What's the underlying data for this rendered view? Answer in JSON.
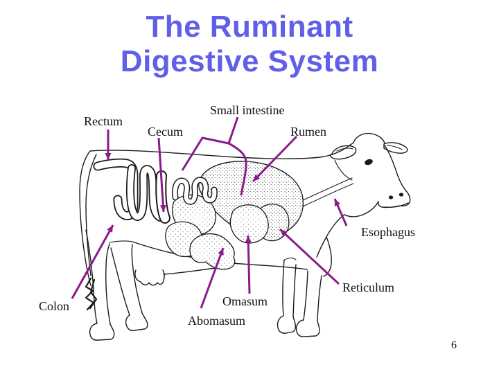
{
  "slide": {
    "title_line1": "The Ruminant",
    "title_line2": "Digestive System",
    "title_color": "#5f5fe8",
    "background_color": "#ffffff",
    "page_number": "6"
  },
  "diagram": {
    "drawing_color": "#1a1a1a",
    "arrow_color": "#8b1a8b",
    "label_color": "#111111",
    "labels": [
      {
        "id": "rectum",
        "text": "Rectum"
      },
      {
        "id": "cecum",
        "text": "Cecum"
      },
      {
        "id": "small-intestine",
        "text": "Small intestine"
      },
      {
        "id": "rumen",
        "text": "Rumen"
      },
      {
        "id": "esophagus",
        "text": "Esophagus"
      },
      {
        "id": "reticulum",
        "text": "Reticulum"
      },
      {
        "id": "omasum",
        "text": "Omasum"
      },
      {
        "id": "abomasum",
        "text": "Abomasum"
      },
      {
        "id": "colon",
        "text": "Colon"
      }
    ]
  }
}
